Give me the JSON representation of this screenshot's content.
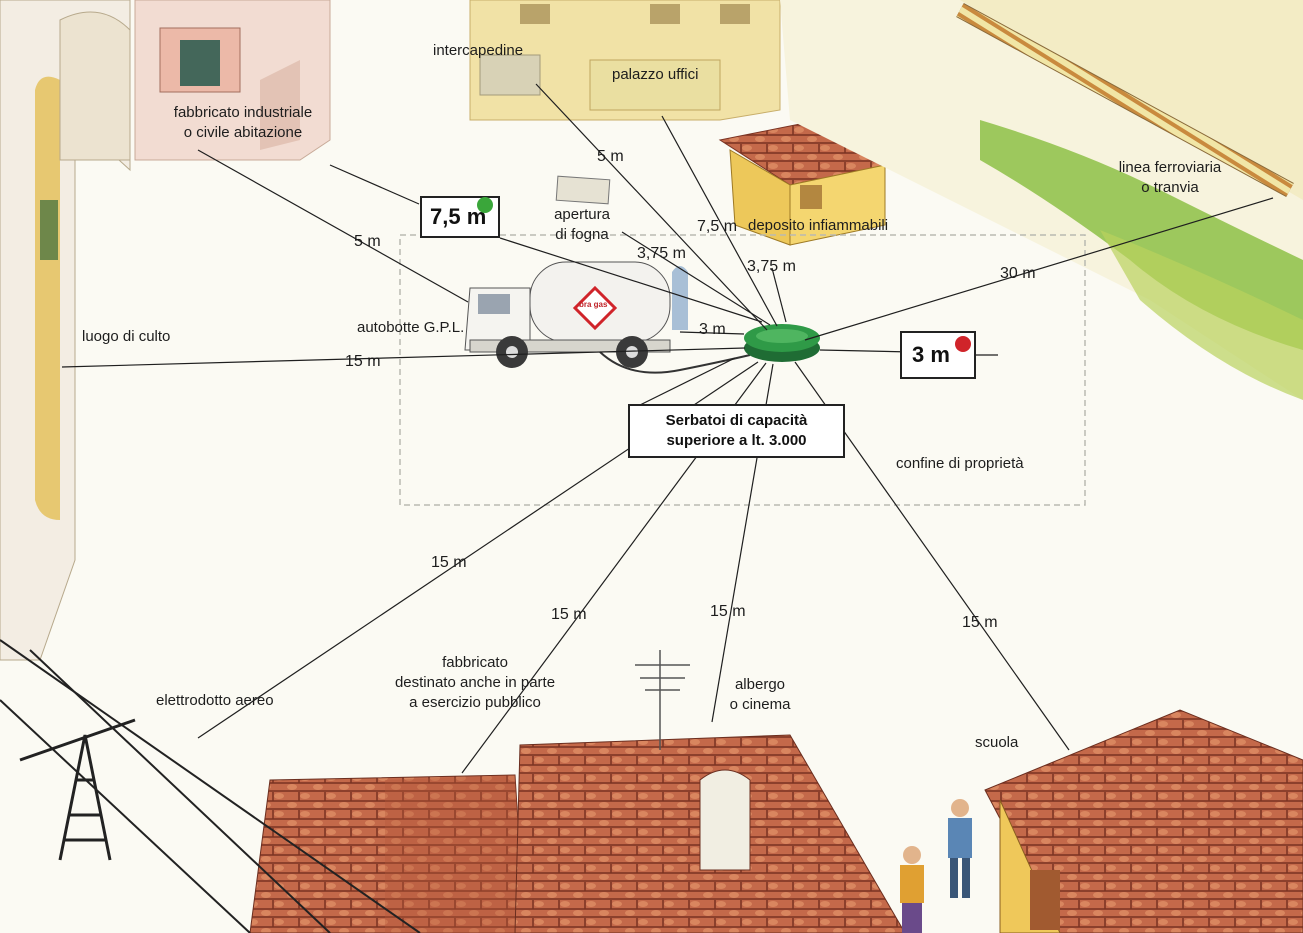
{
  "central_box": {
    "line1": "Serbatoi di capacità",
    "line2": "superiore a lt. 3.000"
  },
  "legend": {
    "green": {
      "value": "7,5 m",
      "color": "#3aa63a"
    },
    "red": {
      "value": "3 m",
      "color": "#d0242a"
    }
  },
  "truck_logo": "bra gas",
  "labels": {
    "intercapedine": "intercapedine",
    "palazzo_uffici": "palazzo uffici",
    "fabbricato_industriale_1": "fabbricato industriale",
    "fabbricato_industriale_2": "o civile abitazione",
    "apertura_fogna_1": "apertura",
    "apertura_fogna_2": "di fogna",
    "deposito_infiammabili": "deposito infiammabili",
    "linea_ferroviaria_1": "linea ferroviaria",
    "linea_ferroviaria_2": "o tranvia",
    "luogo_di_culto": "luogo di culto",
    "autobotte": "autobotte G.P.L.",
    "confine": "confine di proprietà",
    "elettrodotto": "elettrodotto aereo",
    "fabbricato_pubblico_1": "fabbricato",
    "fabbricato_pubblico_2": "destinato anche in parte",
    "fabbricato_pubblico_3": "a esercizio pubblico",
    "albergo_1": "albergo",
    "albergo_2": "o cinema",
    "scuola": "scuola"
  },
  "distances": {
    "intercapedine": "5 m",
    "fabbricato_industriale": "5 m",
    "apertura_fogna": "3,75 m",
    "palazzo_uffici": "7,5 m",
    "deposito_infiammabili": "3,75 m",
    "ferrovia": "30 m",
    "autobotte": "3 m",
    "culto": "15 m",
    "elettrodotto": "15 m",
    "fabbricato_pubblico": "15 m",
    "albergo": "15 m",
    "scuola": "15 m"
  },
  "colors": {
    "tank": "#2f9a47",
    "roof": "#b8583a",
    "wall": "#ecd27a",
    "grass": "#7fb63a"
  }
}
